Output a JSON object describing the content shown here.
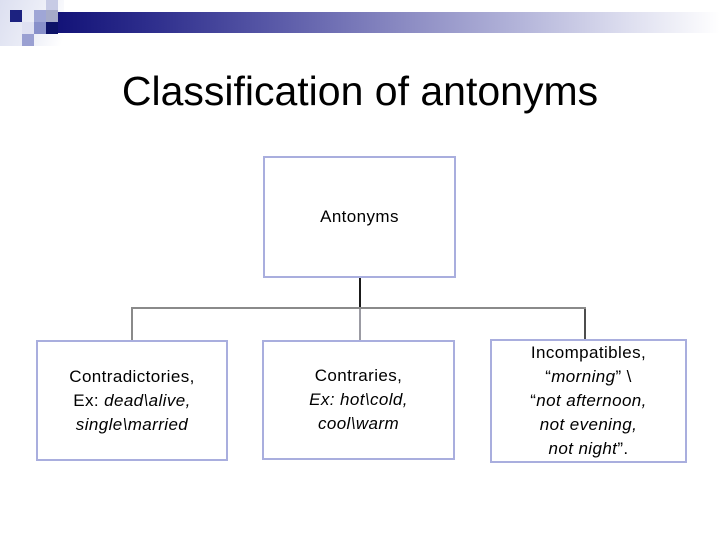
{
  "slide": {
    "title": "Classification of antonyms"
  },
  "colors": {
    "header_gradient_start": "#131378",
    "node_border": "#a9aede",
    "connector_dark": "#1a1a1a",
    "connector_gray": "#8a8a8a",
    "text": "#000000"
  },
  "diagram": {
    "root": {
      "label": "Antonyms"
    },
    "contradictories": {
      "line1": "Contradictories,",
      "line2_label": "Ex: ",
      "line2_example": "dead\\alive,",
      "line3_example": "single\\married"
    },
    "contraries": {
      "line1": "Contraries,",
      "line2_example": "Ex: hot\\cold,",
      "line3_example": "cool\\warm"
    },
    "incompatibles": {
      "line1": "Incompatibles,",
      "line2_open": "“",
      "line2_word": "morning",
      "line2_tail": "” \\",
      "line3_open": "“",
      "line3_text": "not afternoon,",
      "line4_text": "not evening,",
      "line5_text": "not night",
      "line5_tail": "”."
    }
  }
}
